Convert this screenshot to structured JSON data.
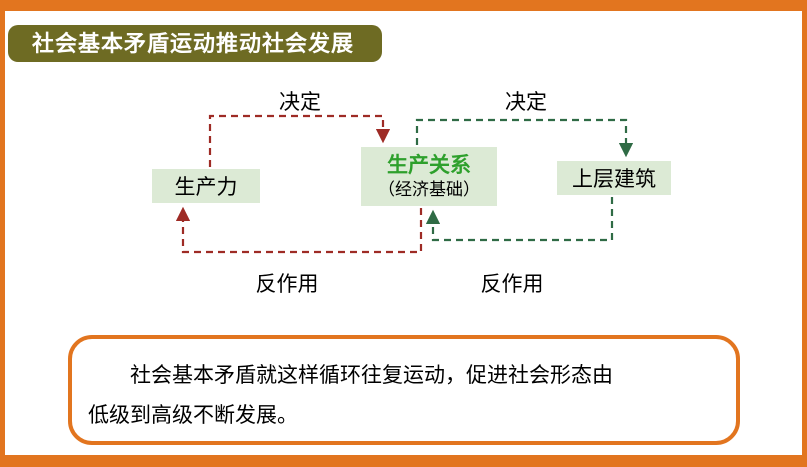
{
  "title": "社会基本矛盾运动推动社会发展",
  "diagram": {
    "labels": {
      "determine_left": "决定",
      "determine_right": "决定",
      "reaction_left": "反作用",
      "reaction_right": "反作用"
    },
    "boxes": {
      "productive_forces": "生产力",
      "production_relations": "生产关系",
      "economic_base": "（经济基础）",
      "superstructure": "上层建筑"
    }
  },
  "summary": {
    "lines": [
      "社会基本矛盾就这样循环往复运动，促进社会形态由",
      "低级到高级不断发展。"
    ]
  },
  "colors": {
    "frame_orange": "#E2751F",
    "title_badge_bg": "#6E6B23",
    "box_green_bg": "#DCEAD5",
    "relations_text_green": "#2EA02C",
    "arrow_red": "#9E2B25",
    "arrow_green": "#2F6B45"
  }
}
